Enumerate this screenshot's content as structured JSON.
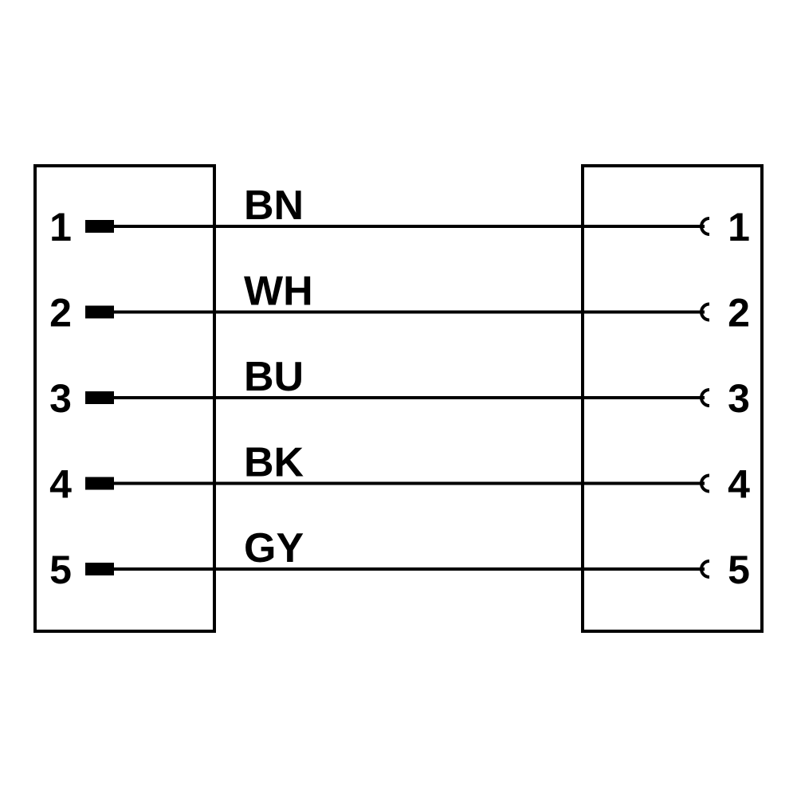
{
  "diagram": {
    "type": "wiring-diagram",
    "left_connector": {
      "contact_type": "male-pin",
      "pins": [
        "1",
        "2",
        "3",
        "4",
        "5"
      ]
    },
    "right_connector": {
      "contact_type": "female-socket",
      "pins": [
        "1",
        "2",
        "3",
        "4",
        "5"
      ]
    },
    "wires": [
      {
        "from": "1",
        "to": "1",
        "color_code": "BN"
      },
      {
        "from": "2",
        "to": "2",
        "color_code": "WH"
      },
      {
        "from": "3",
        "to": "3",
        "color_code": "BU"
      },
      {
        "from": "4",
        "to": "4",
        "color_code": "BK"
      },
      {
        "from": "5",
        "to": "5",
        "color_code": "GY"
      }
    ],
    "stroke_color": "#000000",
    "background_color": "#ffffff"
  }
}
